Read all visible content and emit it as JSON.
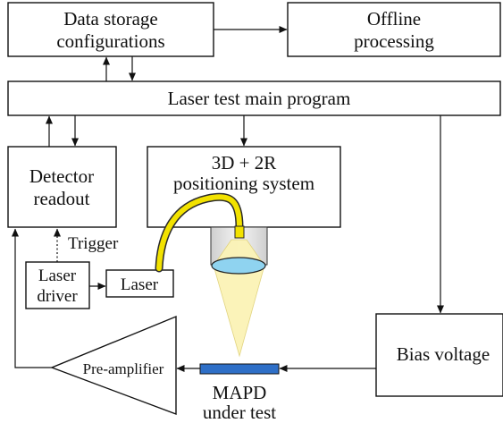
{
  "blocks": {
    "data_storage": [
      "Data storage",
      "configurations"
    ],
    "offline": [
      "Offline",
      "processing"
    ],
    "main_program": "Laser test main program",
    "detector_readout": [
      "Detector",
      "readout"
    ],
    "positioning": [
      "3D + 2R",
      "positioning system"
    ],
    "laser_driver": [
      "Laser",
      "driver"
    ],
    "laser": "Laser",
    "bias_voltage": "Bias voltage",
    "preamp": "Pre-amplifier"
  },
  "labels": {
    "trigger": "Trigger",
    "mapd": [
      "MAPD",
      "under test"
    ]
  },
  "colors": {
    "fiber_fill": "#f2e200",
    "fiber_outline": "#2a2a2a",
    "lens": "#8fd3f0",
    "tube": "#e3e3e3",
    "beam": "#fbf3b6",
    "mapd_sensor": "#2e6fc7"
  }
}
